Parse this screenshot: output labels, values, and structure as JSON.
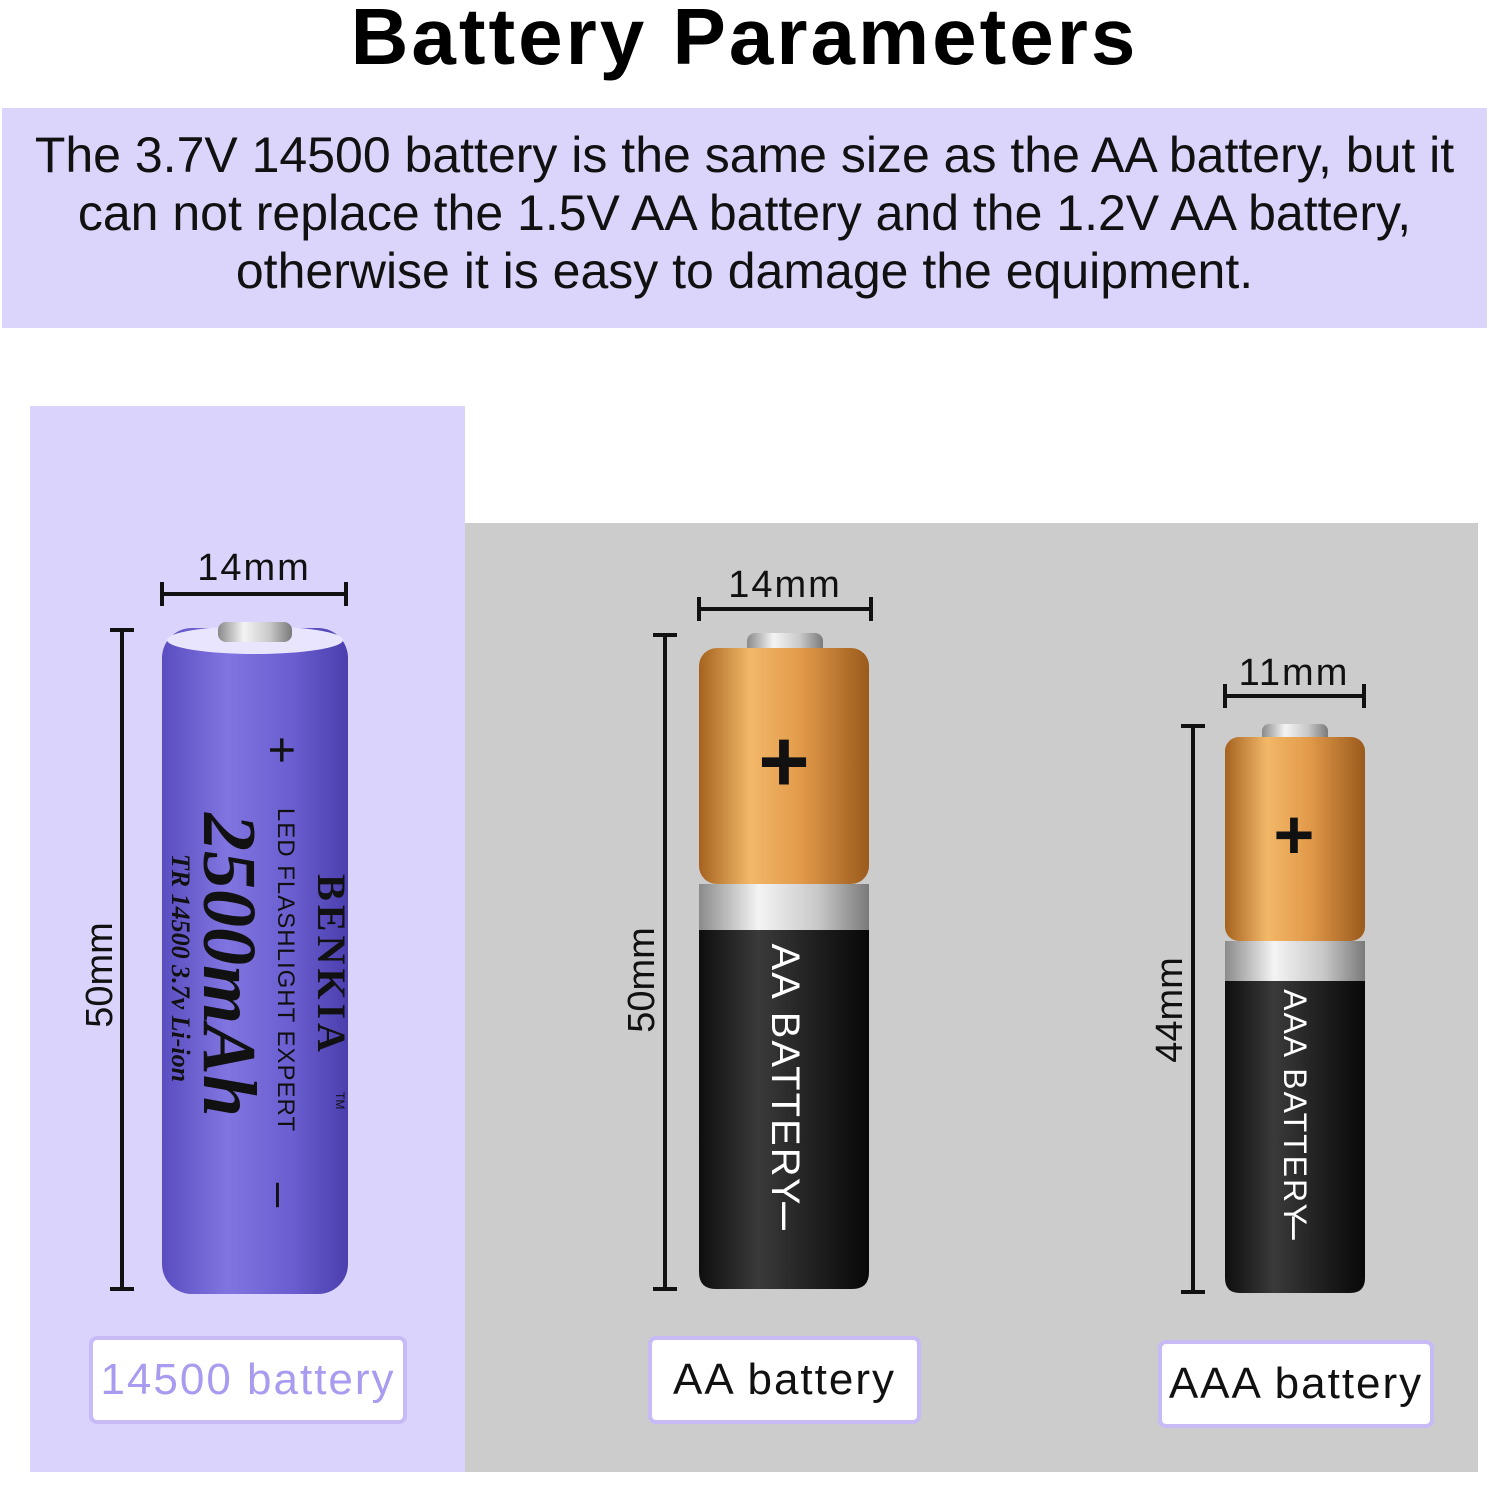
{
  "header": {
    "title": "Battery Parameters",
    "description": "The 3.7V 14500 battery is the same size as the AA battery, but it can not replace the 1.5V AA battery and the 1.2V AA battery, otherwise it is easy to damage the equipment."
  },
  "batteries": [
    {
      "label": "14500 battery",
      "width": "14mm",
      "height": "50mm",
      "brand": "BENKIA",
      "trademark": "TM",
      "tagline": "LED FLASHLIGHT EXPERT",
      "capacity": "2500mAh",
      "model": "TR 14500 3.7v Li-ion",
      "plus": "+",
      "minus": "–"
    },
    {
      "label": "AA battery",
      "width": "14mm",
      "height": "50mm",
      "body_text": "AA BATTERY",
      "plus": "+",
      "minus": "–"
    },
    {
      "label": "AAA battery",
      "width": "11mm",
      "height": "44mm",
      "body_text": "AAA BATTERY",
      "plus": "+",
      "minus": "–"
    }
  ],
  "colors": {
    "description_band": "#dcd5fb",
    "left_panel": "#dad3fb",
    "right_panel": "#cccccc",
    "li_ion_body": "#6b5fcf",
    "label_border": "#c8b9f7",
    "label_text_14500": "#a89bf0",
    "copper": "#d08a3c",
    "black_body": "#1c1c1c"
  }
}
